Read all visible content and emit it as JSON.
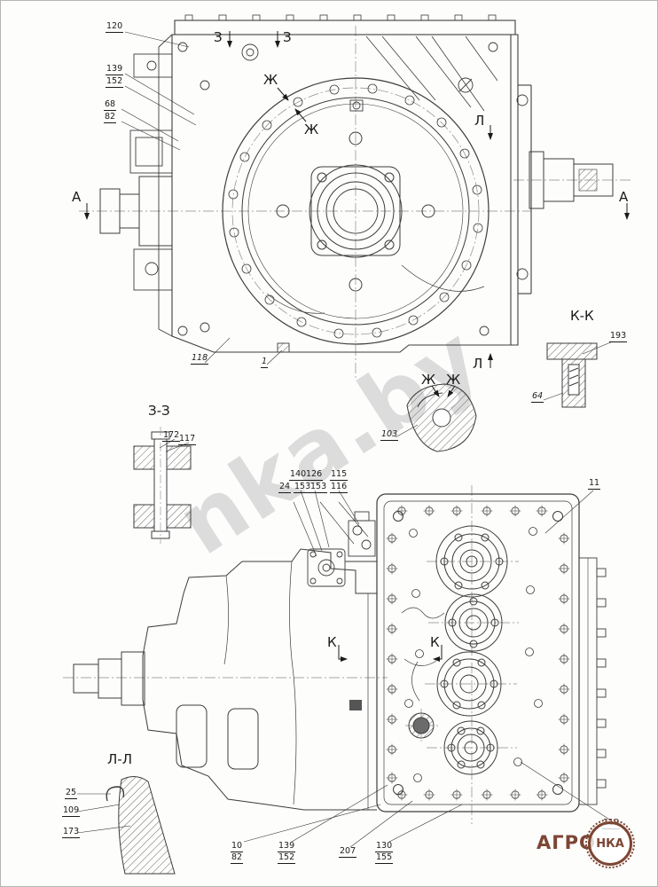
{
  "page": {
    "watermark": "nka.by"
  },
  "colors": {
    "line": "#3d3d3d",
    "watermark": "#c2c2c2",
    "logo": "#7d4533"
  },
  "sections": {
    "z_left": "З",
    "z_right": "З",
    "a_left": "А",
    "a_right": "А",
    "l_top": "Л",
    "l_bottom": "Л",
    "zh_1": "Ж",
    "zh_2": "Ж",
    "zh_3": "Ж",
    "zh_4": "Ж",
    "k_left": "К",
    "k_right": "К",
    "kk_title": "К-К",
    "zz_title": "З-З",
    "ll_title": "Л-Л"
  },
  "callouts": {
    "c120": "120",
    "c139a": "139",
    "c152a": "152",
    "c68": "68",
    "c82a": "82",
    "c118": "118",
    "c1": "1",
    "c193": "193",
    "c64": "64",
    "c103": "103",
    "c172": "172",
    "c117": "117",
    "c140": "140",
    "c126": "126",
    "c115": "115",
    "c24": "24",
    "c153a": "153",
    "c153b": "153",
    "c116": "116",
    "c11": "11",
    "c10": "10",
    "c82b": "82",
    "c139b": "139",
    "c152b": "152",
    "c207": "207",
    "c130": "130",
    "c155": "155",
    "c119": "119",
    "c25": "25",
    "c109": "109",
    "c173": "173"
  },
  "logo": {
    "text": "АГРО",
    "badge": "НКА"
  }
}
